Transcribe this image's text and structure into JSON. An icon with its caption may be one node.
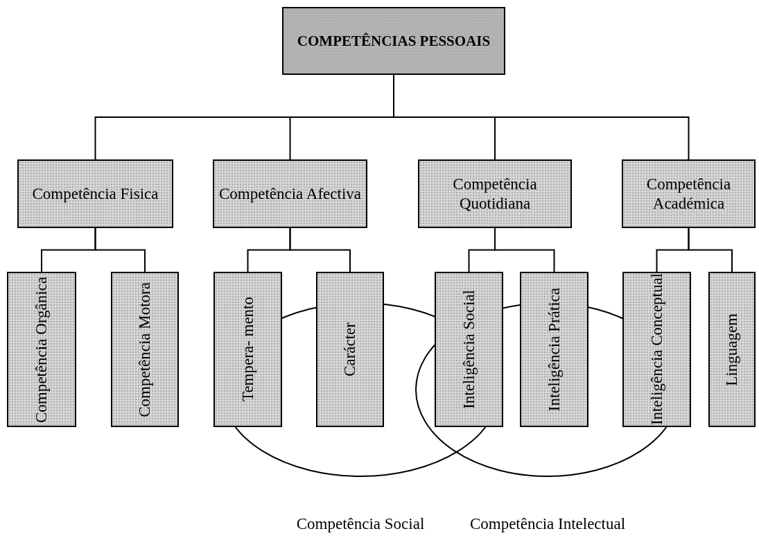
{
  "diagram": {
    "nodes": [
      {
        "text": [
          "COMPETÊNCIAS PESSOAIS"
        ]
      },
      {
        "text": [
          "Competência Fisica"
        ]
      },
      {
        "text": [
          "Competência Afectiva"
        ]
      },
      {
        "text": [
          "Competência Quotidiana"
        ]
      },
      {
        "text": [
          "Competência Académica"
        ]
      },
      {
        "text": [
          "Competência Orgânica"
        ]
      },
      {
        "text": [
          "Competência Motora"
        ]
      },
      {
        "text": [
          "Tempera- mento"
        ]
      },
      {
        "text": [
          "Carácter"
        ]
      },
      {
        "text": [
          "Inteligência Social"
        ]
      },
      {
        "text": [
          "Inteligência Prática"
        ]
      },
      {
        "text": [
          "Inteligência Conceptual"
        ]
      },
      {
        "text": [
          "Linguagem"
        ]
      },
      {
        "text": [
          "Competência Social"
        ]
      },
      {
        "text": [
          "Competência Intelectual"
        ]
      }
    ],
    "edges": [
      {
        "from": 0,
        "to": 1,
        "arrow": "none"
      },
      {
        "from": 0,
        "to": 2,
        "arrow": "none"
      },
      {
        "from": 0,
        "to": 3,
        "arrow": "none"
      },
      {
        "from": 0,
        "to": 4,
        "arrow": "none"
      },
      {
        "from": 1,
        "to": 5,
        "arrow": "none"
      },
      {
        "from": 1,
        "to": 6,
        "arrow": "none"
      },
      {
        "from": 2,
        "to": 7,
        "arrow": "none"
      },
      {
        "from": 2,
        "to": 8,
        "arrow": "none"
      },
      {
        "from": 3,
        "to": 9,
        "arrow": "none"
      },
      {
        "from": 3,
        "to": 10,
        "arrow": "none"
      },
      {
        "from": 4,
        "to": 11,
        "arrow": "none"
      },
      {
        "from": 4,
        "to": 12,
        "arrow": "none"
      }
    ]
  }
}
